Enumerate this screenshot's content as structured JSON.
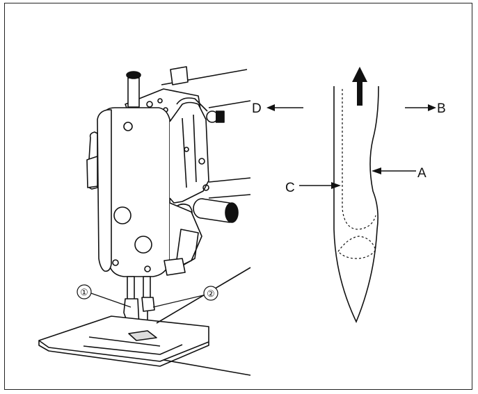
{
  "figure": {
    "machine_labels": {
      "presser_foot": "①",
      "needle_clamp": "②"
    },
    "needle_labels": {
      "a": "A",
      "b": "B",
      "c": "C",
      "d": "D"
    },
    "colors": {
      "ink": "#111111",
      "background": "#ffffff"
    }
  }
}
